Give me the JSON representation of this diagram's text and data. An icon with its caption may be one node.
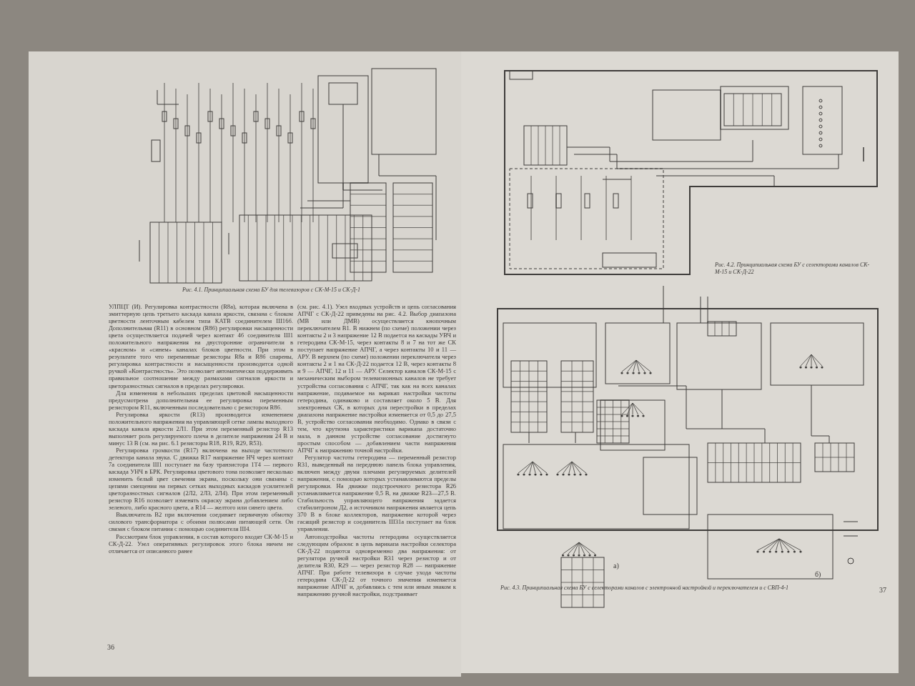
{
  "diagram": {
    "nodes": [
      {
        "text": [],
        "shape": "picture",
        "beside": [
          "Рис. 4.1. Принципиальная схема БУ для телевизоров с СК-М-15 и СК-Д-1"
        ]
      },
      {
        "text": [],
        "shape": "picture",
        "beside": [
          "Рис. 4.2. Принципиальная схема БУ с селекторами каналов СК-М-15 и СК-Д-22"
        ]
      },
      {
        "text": [],
        "shape": "picture",
        "beside": [
          "Рис. 4.3. Принципиальная схема БУ с селекторами каналов с электронной настройкой и переключателем и с СВП-4-1"
        ]
      }
    ],
    "edges": [],
    "labels": [
      "УЛПЦТ (И). Регулировка контрастности (R8а), которая включена в эмиттерную цепь третьего каскада канала яркости, связана с блоком цветности ленточным кабелем типа КАТВ соединителем Ш16б. Дополнительная (R11) в основном (R8б) регулировки насыщенности цвета осуществляется подачей через контакт 4б соединителя Ш1 положительного напряжения на двусторонние ограничители в «красном» и «синем» каналах блоков цветности. При этом в результате того что переменные резисторы R8а и R8б спарены, регулировка контрастности и насыщенности производится одной ручкой «Контрастность». Это позволяет автоматически поддерживать правильное соотношение между размахами сигналов яркости и цветоразностных сигналов в пределах регулировки.",
      "Для изменения в небольших пределах цветовой насыщенности предусмотрена дополнительная ее регулировка переменным резистором R11, включенным последовательно с резистором R8б.",
      "Регулировка яркости (R13) производится изменением положительного напряжения на управляющей сетке лампы выходного каскада канала яркости 2Л1. При этом переменный резистор R13 выполняет роль регулируемого плеча в делителе напряжения 24 В и минус 13 В (см. на рис. 6.1 резисторы R18, R19, R29, R53).",
      "Регулировка громкости (R17) включена на выходе частотного детектора канала звука. С движка R17 напряжение НЧ через контакт 7а соединителя Ш1 поступает на базу транзистора 1Т4 — первого каскада УНЧ в БРК. Регулировка цветового тона позволяет несколько изменить белый цвет свечения экрана, поскольку они связаны с цепями смещения на первых сетках выходных каскадов усилителей цветоразностных сигналов (2Л2, 2Л3, 2Л4). При этом переменный резистор R16 позволяет изменять окраску экрана добавлением либо зеленого, либо красного цвета, а R14 — желтого или синего цвета.",
      "Выключатель В2 при включении соединяет первичную обмотку силового трансформатора с обоими полюсами питающей сети. Он связан с блоком питания с помощью соединителя Ш4.",
      "Рассмотрим блок управления, в состав которого входят СК-М-15 и СК-Д-22. Узел оперативных регулировок этого блока ничем не отличается от описанного ранее",
      "(см. рис. 4.1). Узел входных устройств и цепь согласования АПЧГ с СК-Д-22 приведены на рис. 4.2. Выбор диапазона (МВ или ДМВ) осуществляется кнопочным переключателем В1. В нижнем (по схеме) положении через контакты 2 и 3 напряжение 12 В подается на каскады УВЧ и гетеродина СК-М-15, через контакты 8 и 7 на тот же СК поступает напряжение АПЧГ, а через контакты 10 и 11 — АРУ. В верхнем (по схеме) положении переключателя через контакты 2 и 1 на СК-Д-22 подается 12 В, через контакты 8 и 9 — АПЧГ, 12 и 11 — АРУ. Селектор каналов СК-М-15 с механическим выбором телевизионных каналов не требует устройства согласования с АПЧГ, так как на всех каналах напряжение, подаваемое на варикап настройки частоты гетеродина, одинаково и составляет около 5 В. Для электронных СК, в которых для перестройки в пределах диапазона напряжение настройки изменяется от 0,5 до 27,5 В, устройство согласования необходимо. Однако в связи с тем, что крутизна характеристики варикапа достаточно мала, в данном устройстве согласование достигнуто простым способом — добавлением части напряжения АПЧГ к напряжению точной настройки.",
      "Регулятор частоты гетеродина — переменный резистор R31, выведенный на переднюю панель блока управления, включен между двумя плечами регулируемых делителей напряжения, с помощью которых устанавливаются пределы регулировки. На движке подстроечного резистора R26 устанавливается напряжение 0,5 В, на движке R23—27,5 В. Стабильность управляющего напряжения задается стабилитроном Д2, а источником напряжения является цепь 370 В в блоке коллекторов, напряжение которой через гасящий резистор и соединитель Ш31а поступает на блок управления.",
      "Автоподстройка частоты гетеродина осуществляется следующим образом: в цепь варикапа настройки селектора СК-Д-22 подаются одновременно два напряжения: от регулятора ручной настройки R31 через резистор и от делителя R30, R29 — через резистор R28 — напряжение АПЧГ. При работе телевизора в случае ухода частоты гетеродина СК-Д-22 от точного значения изменяется напряжение АПЧГ и, добавляясь с тем или иным знаком к напряжению ручной настройки, подстраивает",
      "36",
      "а)",
      "б)",
      "37"
    ]
  }
}
